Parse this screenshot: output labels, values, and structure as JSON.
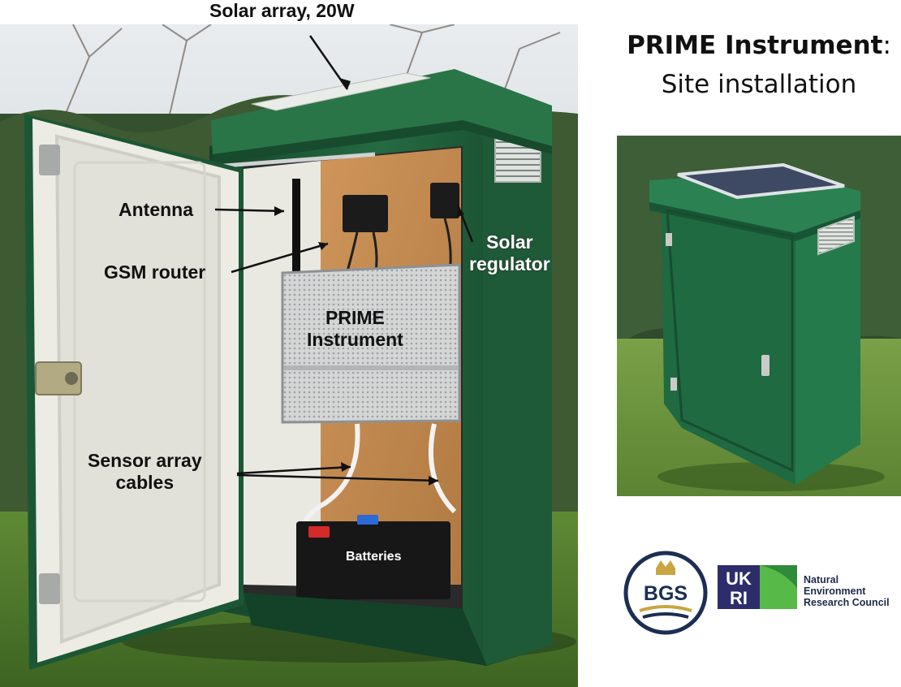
{
  "callouts": {
    "solar_array": "Solar array, 20W",
    "antenna": "Antenna",
    "gsm_router": "GSM router",
    "solar_regulator": "Solar\nregulator",
    "prime_instrument": "PRIME\nInstrument",
    "sensor_cables": "Sensor array\ncables",
    "batteries": "Batteries"
  },
  "heading": {
    "title": "PRIME Instrument",
    "colon": ":",
    "subtitle": "Site installation"
  },
  "logos": {
    "bgs": "BGS",
    "ukri_top": "UK",
    "ukri_bottom": "RI",
    "nerc": "Natural\nEnvironment\nResearch Council"
  },
  "colors": {
    "cabinet_green": "#1f5a38",
    "cabinet_green_light": "#2d7a4d",
    "grass": "#4f7a30",
    "hedge": "#2f4a2a",
    "board": "#c48a4a",
    "door_white": "#ecebe4",
    "bgs_navy": "#1c2e52",
    "ukri_purple": "#2e2d6b",
    "nerc_green": "#57b947"
  }
}
